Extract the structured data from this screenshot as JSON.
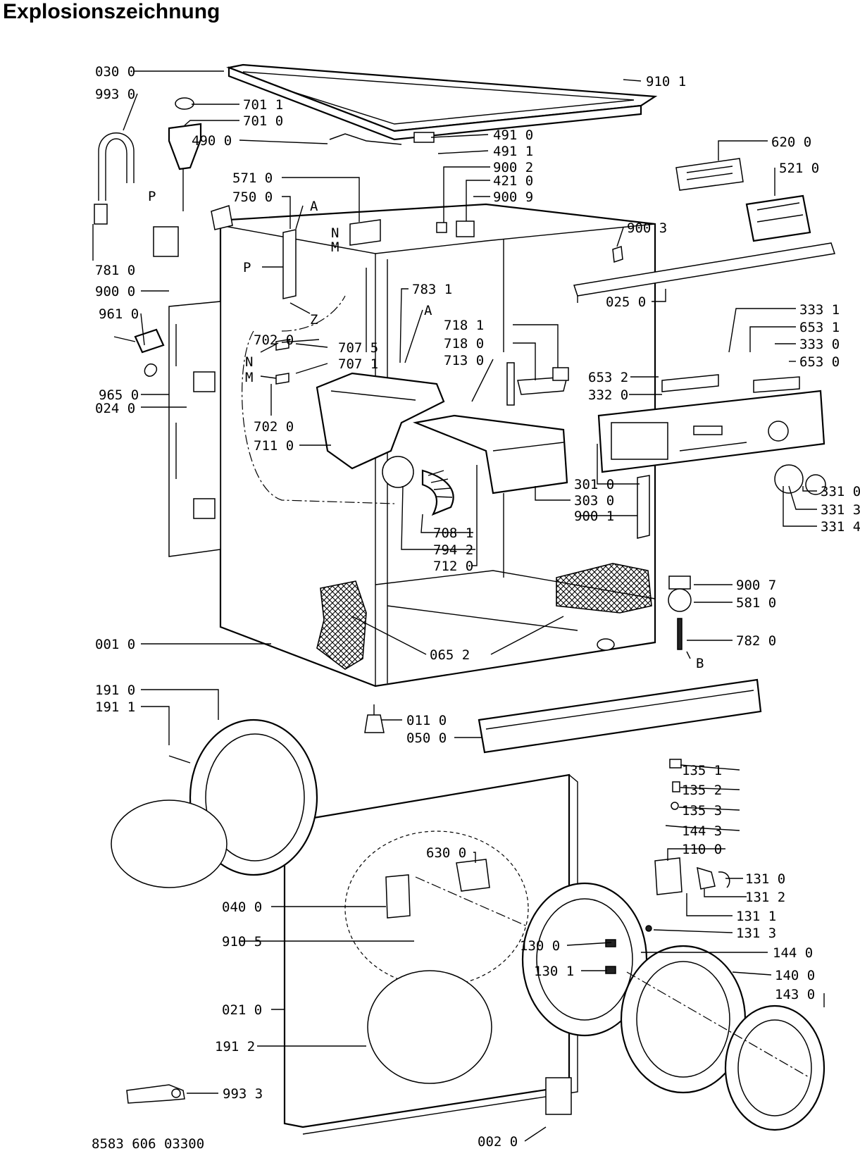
{
  "title": "Explosionszeichnung",
  "footer_code": "8583 606 03300",
  "labels": {
    "l0300": "030 0",
    "l9930": "993 0",
    "l7011": "701 1",
    "l7010": "701 0",
    "l4900": "490 0",
    "l4910": "491 0",
    "l4911": "491 1",
    "l9101": "910 1",
    "l6200": "620 0",
    "l5710": "571 0",
    "l9002": "900 2",
    "l4210": "421 0",
    "l9009": "900 9",
    "l5210": "521 0",
    "l7500": "750 0",
    "lA1": "A",
    "lP1": "P",
    "lN1": "N",
    "lM1": "M",
    "lP2": "P",
    "l9003": "900 3",
    "l7810": "781 0",
    "l9000": "900 0",
    "l0250": "025 0",
    "lZ": "Z",
    "l7831": "783 1",
    "lA2": "A",
    "l9610": "961 0",
    "l7181": "718 1",
    "l7180": "718 0",
    "l7130": "713 0",
    "l3331": "333 1",
    "l6531": "653 1",
    "l3330": "333 0",
    "l6530": "653 0",
    "l7020a": "702 0",
    "l7075": "707 5",
    "l7071": "707 1",
    "lN2": "N",
    "lM2": "M",
    "l6532": "653 2",
    "l3320": "332 0",
    "l9650": "965 0",
    "l0240": "024 0",
    "l7020b": "702 0",
    "l7110": "711 0",
    "l3010": "301 0",
    "l3030": "303 0",
    "l9001": "900 1",
    "l3310": "331 0",
    "l3313": "331 3",
    "l3314": "331 4",
    "l7081": "708 1",
    "l7942": "794 2",
    "l7120": "712 0",
    "l9007": "900 7",
    "l5810": "581 0",
    "l7820": "782 0",
    "lB": "B",
    "l0010": "001 0",
    "l0652": "065 2",
    "l1910": "191 0",
    "l1911": "191 1",
    "l0110": "011 0",
    "l0500": "050 0",
    "l1351": "135 1",
    "l1352": "135 2",
    "l1353": "135 3",
    "l1443": "144 3",
    "l1100": "110 0",
    "l6300": "630 0",
    "l1310": "131 0",
    "l1312": "131 2",
    "l0400": "040 0",
    "l1311": "131 1",
    "l1313": "131 3",
    "l9105": "910 5",
    "l1300": "130 0",
    "l1440": "144 0",
    "l1301": "130 1",
    "l1400": "140 0",
    "l0210": "021 0",
    "l1430": "143 0",
    "l1912": "191 2",
    "l9933": "993 3",
    "l0020": "002 0"
  }
}
